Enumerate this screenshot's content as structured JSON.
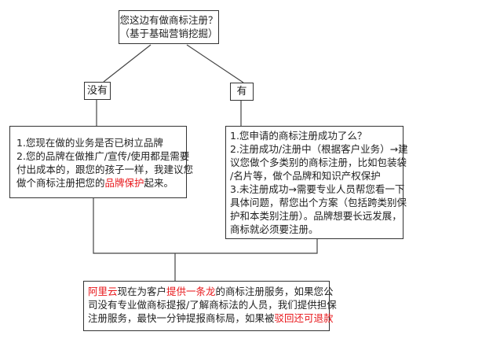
{
  "question": {
    "line1": "您这边有做商标注册？",
    "line2": "（基于基础营销挖掘）"
  },
  "branch_no": {
    "label": "没有"
  },
  "branch_yes": {
    "label": "有"
  },
  "left_box": {
    "line1": "1.您现在做的业务是否已树立品牌",
    "line2": "2.您的品牌在做推广/宣传/使用都是需要",
    "line3": "付出成本的，跟您的孩子一样，我建议您",
    "line4_a": "做个商标注册把您的",
    "line4_red": "品牌保护",
    "line4_b": "起来。"
  },
  "right_box": {
    "lines": [
      "1.您申请的商标注册成功了么？",
      "2.注册成功/注册中（根据客户业务）→建",
      "议您做个多类别的商标注册，比如包装袋",
      "/名片等，做个品牌和知识产权保护",
      "3.未注册成功→需要专业人员帮您看一下",
      "具体问题，帮您出个方案（包括跨类别保",
      "护和本类别注册）。品牌想要长远发展，",
      "商标就必须要注册。"
    ]
  },
  "bottom_box": {
    "l1_red1": "阿里云",
    "l1_a": "现在为客户",
    "l1_red2": "提供一条龙",
    "l1_b": "的商标注册服务，如果您公",
    "line2": "司没有专业做商标提报/了解商标法的人员，我们提供担保",
    "l3_a": "注册服务，最快一分钟提报商标局，如果被",
    "l3_red": "驳回还可退款"
  },
  "colors": {
    "highlight": "#e8161a",
    "border": "#333333"
  }
}
